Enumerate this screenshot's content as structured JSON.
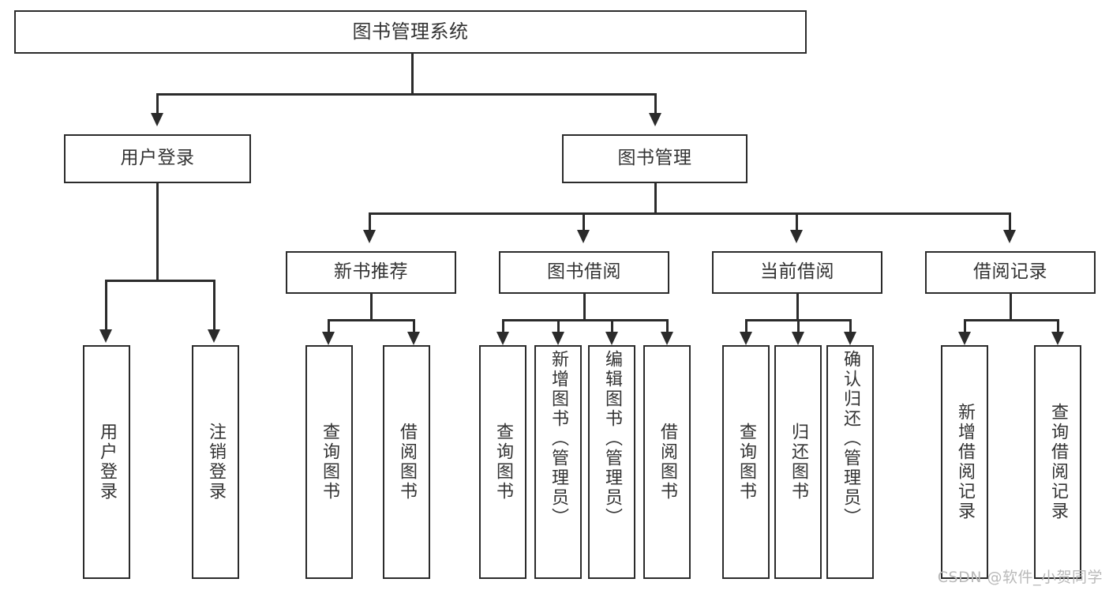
{
  "diagram": {
    "title": "图书管理系统",
    "type": "tree-hierarchy-chart",
    "watermark": "CSDN @软件_小贺同学",
    "stroke_color": "#2b2b2b",
    "text_color": "#333333",
    "background_color": "#ffffff",
    "root": {
      "label": "图书管理系统"
    },
    "level2": [
      {
        "label": "用户登录"
      },
      {
        "label": "图书管理"
      }
    ],
    "level3": [
      {
        "label": "新书推荐"
      },
      {
        "label": "图书借阅"
      },
      {
        "label": "当前借阅"
      },
      {
        "label": "借阅记录"
      }
    ],
    "leaves": {
      "user_login": [
        {
          "label": "用户登录"
        },
        {
          "label": "注销登录"
        }
      ],
      "new_book_recommend": [
        {
          "label": "查询图书"
        },
        {
          "label": "借阅图书"
        }
      ],
      "book_borrow": [
        {
          "label": "查询图书"
        },
        {
          "label": "新增图书（管理员）"
        },
        {
          "label": "编辑图书（管理员）"
        },
        {
          "label": "借阅图书"
        }
      ],
      "current_borrow": [
        {
          "label": "查询图书"
        },
        {
          "label": "归还图书"
        },
        {
          "label": "确认归还（管理员）"
        }
      ],
      "borrow_record": [
        {
          "label": "新增借阅记录"
        },
        {
          "label": "查询借阅记录"
        }
      ]
    }
  }
}
